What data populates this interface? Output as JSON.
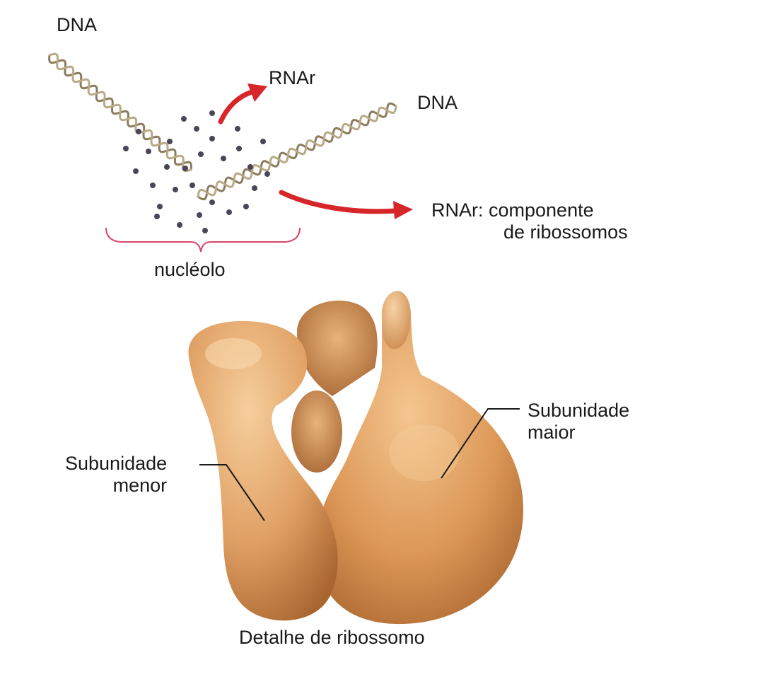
{
  "labels": {
    "dna_top_left": "DNA",
    "rnar_top": "RNAr",
    "dna_right": "DNA",
    "rnar_component_line1": "RNAr: componente",
    "rnar_component_line2": "de ribossomos",
    "nucleolus": "nucléolo",
    "small_subunit_line1": "Subunidade",
    "small_subunit_line2": "menor",
    "large_subunit_line1": "Subunidade",
    "large_subunit_line2": "maior",
    "caption": "Detalhe de ribossomo"
  },
  "colors": {
    "arrow": "#d7262a",
    "brace": "#d8466a",
    "dna_strand": "#8a7c5c",
    "granule": "#4a4658",
    "ribosome_light": "#f2c18a",
    "ribosome_mid": "#d9924f",
    "ribosome_dark": "#a5612b",
    "leader_line": "#1a1a1a"
  }
}
